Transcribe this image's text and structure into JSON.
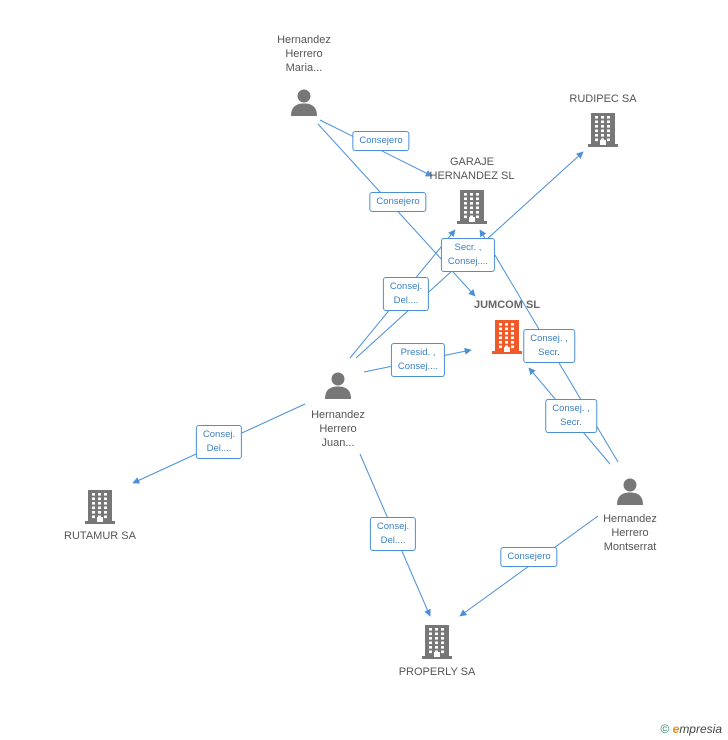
{
  "colors": {
    "edge": "#4a8fd8",
    "node": "#777777",
    "focus": "#f05a28"
  },
  "nodes": [
    {
      "id": "maria",
      "kind": "person",
      "label": "Hernandez\nHerrero\nMaria..."
    },
    {
      "id": "garaje",
      "kind": "company",
      "label": "GARAJE\nHERNANDEZ SL"
    },
    {
      "id": "rudipec",
      "kind": "company",
      "label": "RUDIPEC SA"
    },
    {
      "id": "jumcom",
      "kind": "company",
      "label": "JUMCOM SL",
      "focus": true
    },
    {
      "id": "juan",
      "kind": "person",
      "label": "Hernandez\nHerrero\nJuan..."
    },
    {
      "id": "rutamur",
      "kind": "company",
      "label": "RUTAMUR SA"
    },
    {
      "id": "montserrat",
      "kind": "person",
      "label": "Hernandez\nHerrero\nMontserrat"
    },
    {
      "id": "properly",
      "kind": "company",
      "label": "PROPERLY SA"
    }
  ],
  "edges": [
    {
      "from": "maria",
      "to": "garaje",
      "label": "Consejero"
    },
    {
      "from": "maria",
      "to": "jumcom",
      "label": "Consejero"
    },
    {
      "from": "juan",
      "to": "garaje",
      "label": "Consej.\nDel...."
    },
    {
      "from": "juan",
      "to": "rudipec",
      "label": "Secr. ,\nConsej...."
    },
    {
      "from": "juan",
      "to": "jumcom",
      "label": "Presid. ,\nConsej...."
    },
    {
      "from": "juan",
      "to": "rutamur",
      "label": "Consej.\nDel...."
    },
    {
      "from": "juan",
      "to": "properly",
      "label": "Consej.\nDel...."
    },
    {
      "from": "montserrat",
      "to": "garaje",
      "label": "Consej. ,\nSecr."
    },
    {
      "from": "montserrat",
      "to": "jumcom",
      "label": "Consej. ,\nSecr."
    },
    {
      "from": "montserrat",
      "to": "properly",
      "label": "Consejero"
    }
  ],
  "footer": {
    "copyright": "©",
    "brand_rest": "mpresia",
    "brand_e": "e"
  }
}
